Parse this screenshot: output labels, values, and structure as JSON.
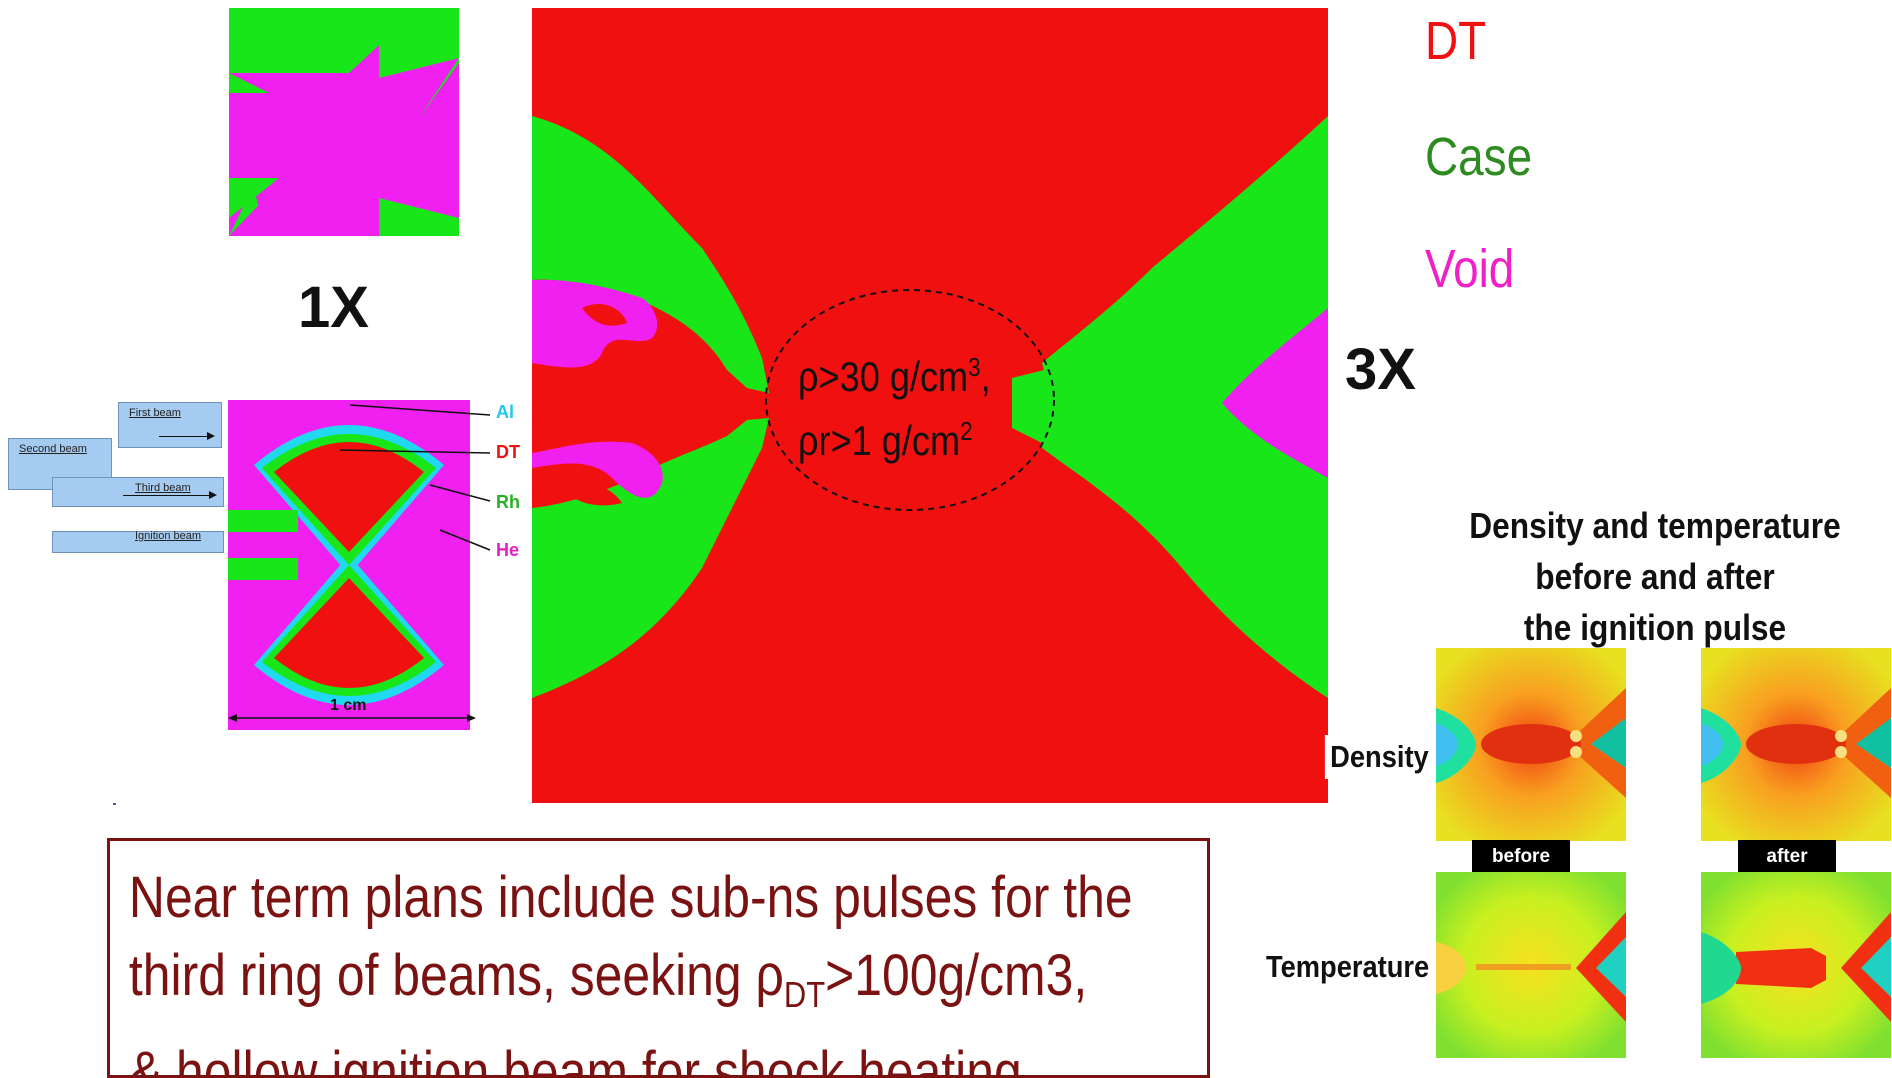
{
  "legend": {
    "dt": {
      "label": "DT",
      "color": "#f01010"
    },
    "case": {
      "label": "Case",
      "color": "#2e8b22"
    },
    "void": {
      "label": "Void",
      "color": "#f020c8"
    }
  },
  "multipliers": {
    "one": "1X",
    "three": "3X"
  },
  "center_annotation": {
    "line1_base": "ρ>30 g/cm",
    "line1_sup": "3",
    "line1_tail": ",",
    "line2_base": "ρr>1 g/cm",
    "line2_sup": "2"
  },
  "schematic": {
    "labels": {
      "al": "Al",
      "dt": "DT",
      "rh": "Rh",
      "he": "He"
    },
    "label_colors": {
      "al": "#22c8f0",
      "dt": "#f01010",
      "rh": "#28b028",
      "he": "#e020c0"
    },
    "beams": [
      "First beam",
      "Second beam",
      "Third beam",
      "Ignition beam"
    ],
    "scale": "1 cm"
  },
  "density_temperature": {
    "title": [
      "Density and temperature",
      "before and after",
      "the ignition pulse"
    ],
    "row_density": "Density",
    "row_temperature": "Temperature",
    "tag_before": "before",
    "tag_after": "after"
  },
  "plans": {
    "line1": "Near term plans include sub-ns pulses for the",
    "line2_a": "third ring of beams, seeking ρ",
    "line2_sub": "DT",
    "line2_b": ">100g/cm3,",
    "line3": "& hollow ignition beam for shock heating"
  },
  "colors": {
    "red": "#f01010",
    "green": "#19e619",
    "magenta": "#f020f0",
    "cyan": "#20d8f0",
    "plans_border": "#7a1212"
  }
}
